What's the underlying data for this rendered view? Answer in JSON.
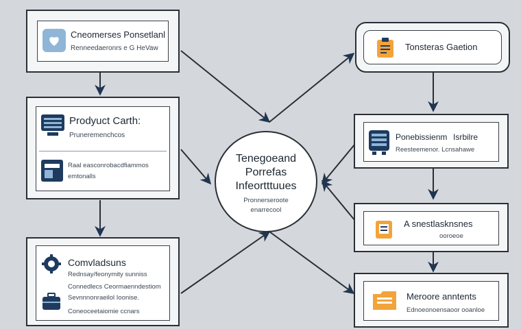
{
  "nodes": {
    "customer_portal": {
      "title": "Cneomerses Ponsetlanl",
      "subtitle": "Renneedaeronrs e G HeVaw"
    },
    "product_catalog": {
      "title": "Prodyuct Carth:",
      "subtitle": "Pruneremenchcos",
      "row2_line1": "Raal easconrobacdfiammos",
      "row2_line2": "emtonalls"
    },
    "components": {
      "title": "Comvladsuns",
      "line1": "Rednsay/feonymity sunniss",
      "line2": "Connedlecs Ceormaenndestiom",
      "line3": "Sevnnnonraeilol Ioonise.",
      "line4": "Coneoceetaiomie ccnars"
    },
    "hub": {
      "line1": "Tenegoeand",
      "line2": "Porrefas",
      "line3": "Infeortttuues",
      "line4": "Pronnerseroote",
      "line5": "enarrecool"
    },
    "tools": {
      "title": "Tonsteras Gaetion"
    },
    "procurement": {
      "title": "Ponebissienm",
      "title2": "Isrbilre",
      "subtitle": "Reesteemenor. Lcnsahawe"
    },
    "analytics": {
      "title": "A snestlasknsnes",
      "subtitle": "ooroeoe"
    },
    "metrics": {
      "title": "Meroore anntents",
      "subtitle": "Ednoeonoensaoor ooanloe"
    }
  },
  "icons": {
    "customer_portal": "heart-shield-icon",
    "product_catalog_1": "server-monitor-icon",
    "product_catalog_2": "window-icon",
    "components_1": "gear-icon",
    "components_2": "briefcase-icon",
    "tools": "clipboard-icon",
    "procurement": "database-icon",
    "analytics": "clipboard-icon",
    "metrics": "folder-icon"
  },
  "colors": {
    "background": "#d4d8dd",
    "box_border": "#2a2f36",
    "accent_navy": "#1e3a5f",
    "accent_orange": "#f2a33a",
    "accent_light_blue": "#8fb6d6"
  }
}
